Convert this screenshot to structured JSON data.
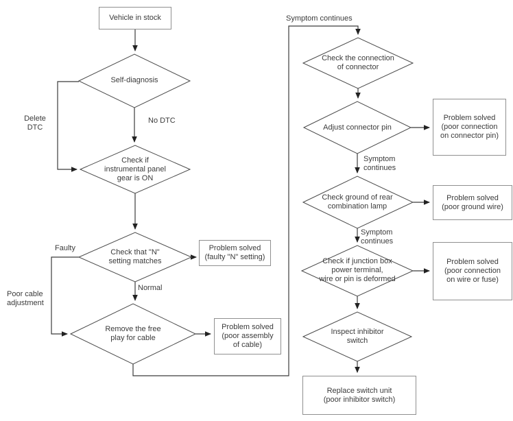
{
  "colors": {
    "background": "#ffffff",
    "line": "#3b3b3b",
    "diamond_stroke": "#4a4a4a",
    "box_border": "#8f8f8f",
    "text": "#3a3a3a"
  },
  "nodes": {
    "vehicle_in_stock": {
      "type": "process-box",
      "lines": [
        "Vehicle in stock"
      ]
    },
    "self_diagnosis": {
      "type": "decision-diamond",
      "lines": [
        "Self-diagnosis"
      ]
    },
    "check_panel_gear": {
      "type": "decision-diamond",
      "lines": [
        "Check if",
        "instrumental panel",
        "gear is ON"
      ]
    },
    "check_n_setting": {
      "type": "decision-diamond",
      "lines": [
        "Check that \"N\"",
        "setting matches"
      ]
    },
    "problem_faulty_n": {
      "type": "result-box",
      "lines": [
        "Problem solved",
        "(faulty \"N\" setting)"
      ]
    },
    "remove_free_play": {
      "type": "decision-diamond",
      "lines": [
        "Remove the free",
        "play for cable"
      ]
    },
    "problem_cable_assembly": {
      "type": "result-box",
      "lines": [
        "Problem solved",
        "(poor assembly",
        "of cable)"
      ]
    },
    "check_connector": {
      "type": "decision-diamond",
      "lines": [
        "Check the connection",
        "of connector"
      ]
    },
    "adjust_connector_pin": {
      "type": "decision-diamond",
      "lines": [
        "Adjust connector pin"
      ]
    },
    "problem_connector_pin": {
      "type": "result-box",
      "lines": [
        "Problem solved",
        "(poor connection",
        "on connector pin)"
      ]
    },
    "check_ground_lamp": {
      "type": "decision-diamond",
      "lines": [
        "Check ground of rear",
        "combination lamp"
      ]
    },
    "problem_ground_wire": {
      "type": "result-box",
      "lines": [
        "Problem solved",
        "(poor ground wire)"
      ]
    },
    "check_junction_box": {
      "type": "decision-diamond",
      "lines": [
        "Check if junction box",
        "power terminal,",
        "wire or pin is deformed"
      ]
    },
    "problem_wire_fuse": {
      "type": "result-box",
      "lines": [
        "Problem solved",
        "(poor connection",
        "on wire or fuse)"
      ]
    },
    "inspect_inhibitor_switch": {
      "type": "decision-diamond",
      "lines": [
        "Inspect inhibitor",
        "switch"
      ]
    },
    "replace_switch_unit": {
      "type": "process-box",
      "lines": [
        "Replace switch unit",
        "(poor inhibitor switch)"
      ]
    }
  },
  "edge_labels": {
    "delete_dtc": {
      "lines": [
        "Delete",
        "DTC"
      ]
    },
    "no_dtc": {
      "lines": [
        "No DTC"
      ]
    },
    "faulty": {
      "lines": [
        "Faulty"
      ]
    },
    "normal": {
      "lines": [
        "Normal"
      ]
    },
    "poor_cable_adjustment": {
      "lines": [
        "Poor cable",
        "adjustment"
      ]
    },
    "symptom_continues_top": {
      "lines": [
        "Symptom continues"
      ]
    },
    "symptom_continues_mid1": {
      "lines": [
        "Symptom",
        "continues"
      ]
    },
    "symptom_continues_mid2": {
      "lines": [
        "Symptom",
        "continues"
      ]
    }
  }
}
